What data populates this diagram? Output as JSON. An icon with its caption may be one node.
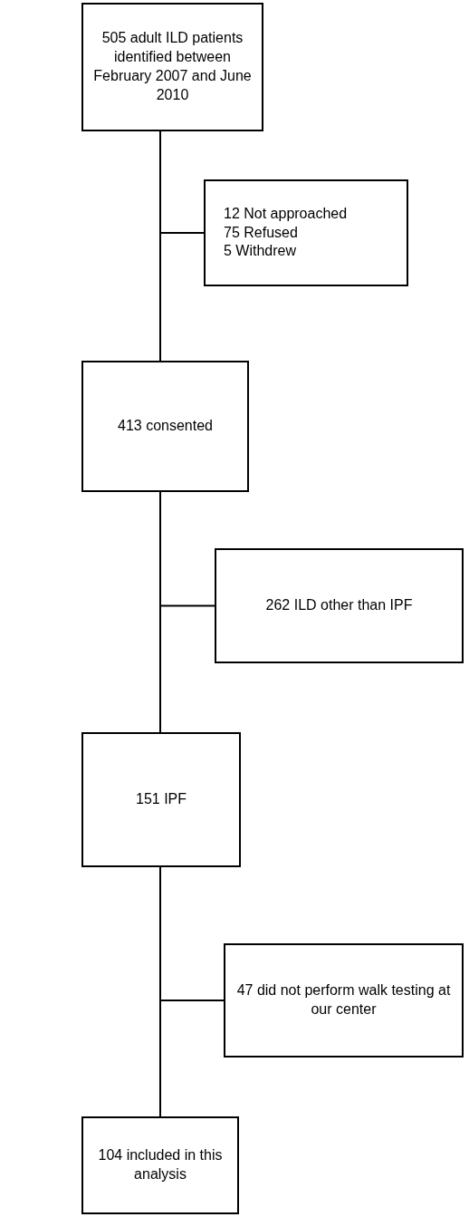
{
  "diagram": {
    "nodes": [
      {
        "text": [
          "505 adult ILD patients identified between February 2007 and June 2010"
        ]
      },
      {
        "text": [
          "12 Not approached",
          "75 Refused",
          "5 Withdrew"
        ]
      },
      {
        "text": [
          "413 consented"
        ]
      },
      {
        "text": [
          "262 ILD other than IPF"
        ]
      },
      {
        "text": [
          "151 IPF"
        ]
      },
      {
        "text": [
          "47 did not perform walk testing at our center"
        ]
      },
      {
        "text": [
          "104 included in this analysis"
        ]
      }
    ],
    "edges": [
      {
        "from": 0,
        "to": 2,
        "arrow": "none"
      },
      {
        "from": 0,
        "to": 1,
        "arrow": "none"
      },
      {
        "from": 2,
        "to": 4,
        "arrow": "none"
      },
      {
        "from": 2,
        "to": 3,
        "arrow": "none"
      },
      {
        "from": 4,
        "to": 6,
        "arrow": "none"
      },
      {
        "from": 4,
        "to": 5,
        "arrow": "none"
      }
    ]
  }
}
